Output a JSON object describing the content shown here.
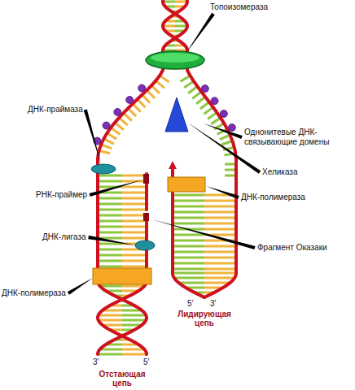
{
  "diagram": {
    "labels": [
      "Топоизомераза",
      "ДНК-праймаза",
      "Однонитевые ДНК-связывающие домены",
      "Хеликаза",
      "РНК-праймер",
      "ДНК-полимераза",
      "ДНК-лигаза",
      "Фрагмент Оказаки",
      "ДНК-полимераза",
      "5′",
      "3′",
      "Лидирующая цепь",
      "3′",
      "5′",
      "Отстающая цепь"
    ]
  }
}
